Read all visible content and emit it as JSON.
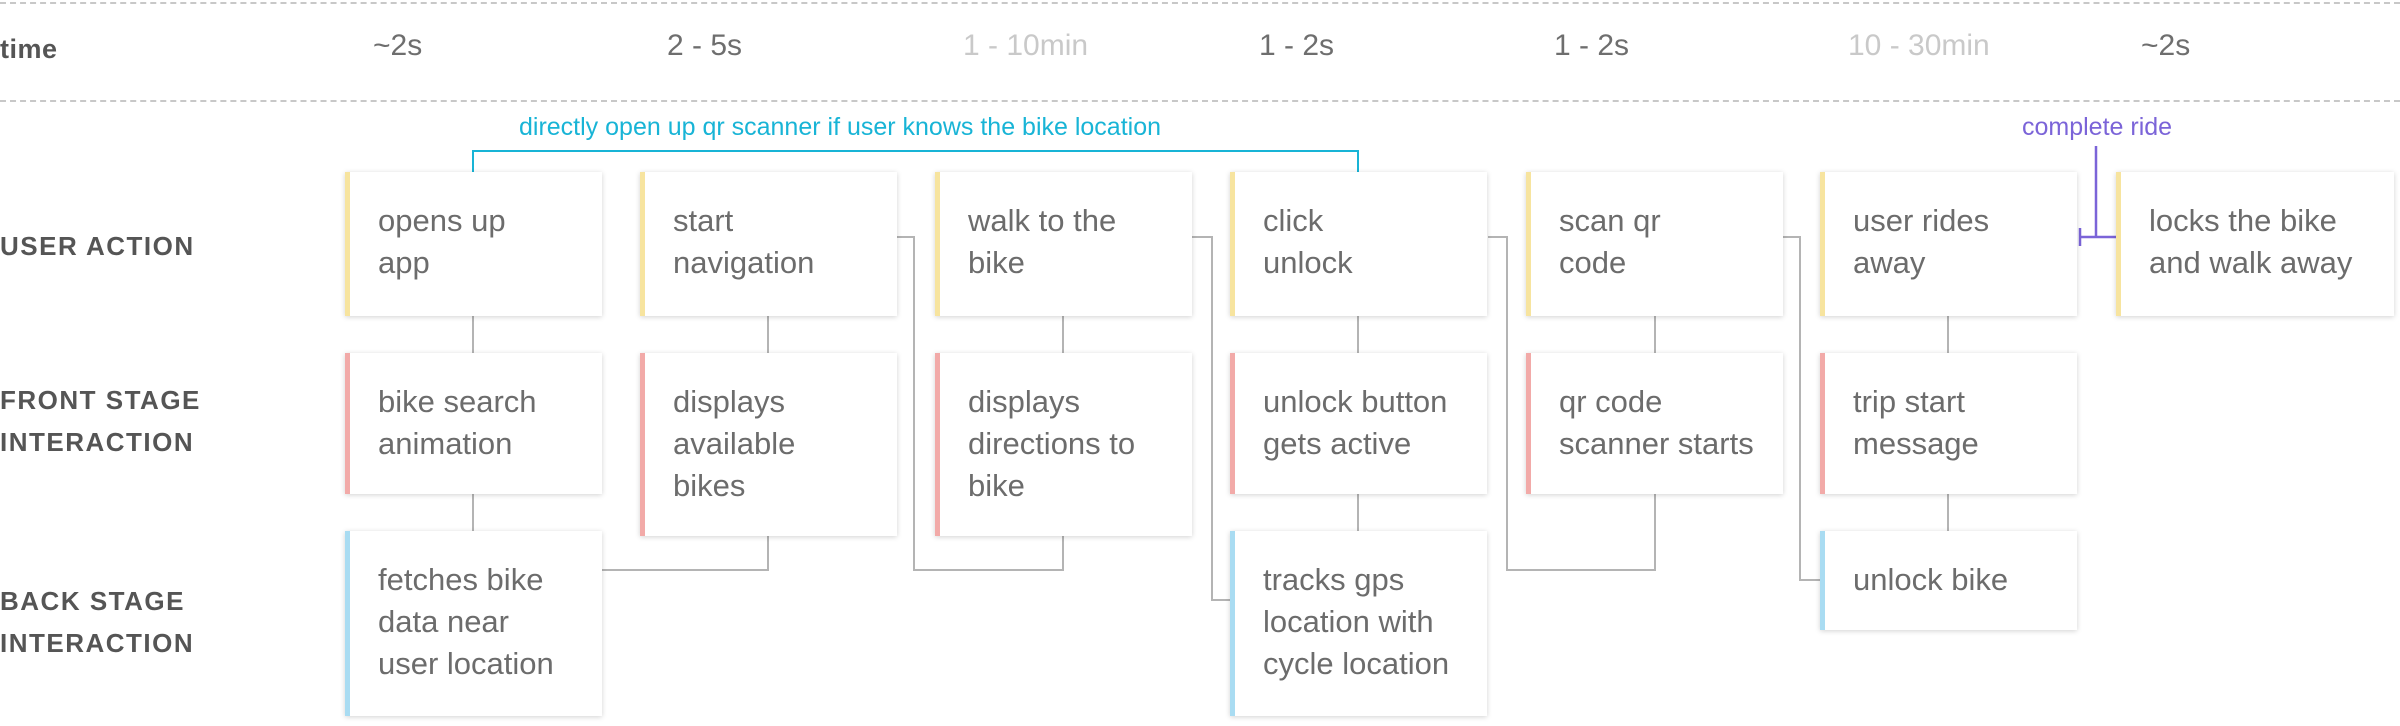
{
  "time_row": {
    "label": "time",
    "values": [
      "~2s",
      "2 - 5s",
      "1 - 10min",
      "1 - 2s",
      "1 - 2s",
      "10 - 30min",
      "~2s"
    ]
  },
  "rows": {
    "user_action": "USER ACTION",
    "front_stage": "FRONT STAGE\nINTERACTION",
    "back_stage": "BACK STAGE\nINTERACTION"
  },
  "user_actions": [
    "opens up\napp",
    "start\nnavigation",
    "walk to the\nbike",
    "click\nunlock",
    "scan qr\ncode",
    "user rides\naway",
    "locks the bike\nand walk away"
  ],
  "front_stage": [
    "bike search\nanimation",
    "displays\navailable\nbikes",
    "displays\ndirections to\nbike",
    "unlock button\ngets active",
    "qr code\nscanner starts",
    "trip start\nmessage"
  ],
  "back_stage": [
    "fetches bike\ndata near\nuser location",
    "tracks gps\nlocation with\ncycle location",
    "unlock bike"
  ],
  "annotations": {
    "shortcut": "directly open up qr scanner if user knows the bike location",
    "complete": "complete ride"
  },
  "colors": {
    "user_action": "#f7e49f",
    "front_stage": "#f2aaa8",
    "back_stage": "#a9dcf2",
    "shortcut_annotation": "#18b4d6",
    "complete_annotation": "#7b64d8",
    "connector": "#b4b4b4"
  }
}
